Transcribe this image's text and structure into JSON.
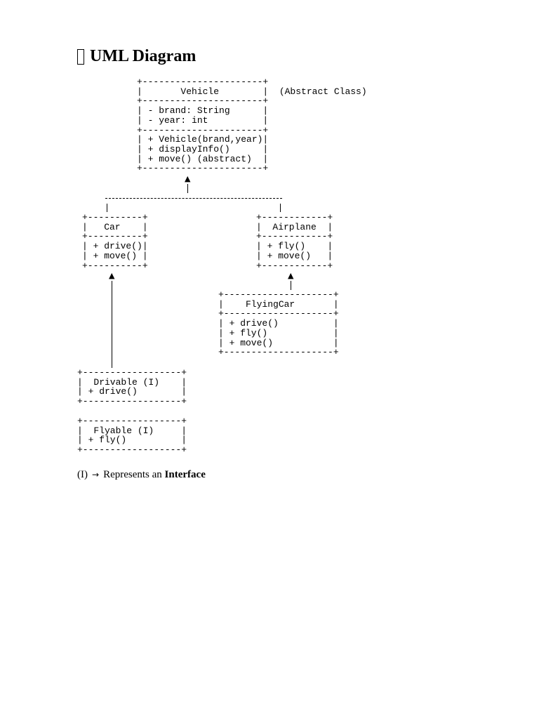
{
  "heading": {
    "icon": "missing-glyph-box",
    "title": "UML Diagram"
  },
  "classes": {
    "vehicle": {
      "art": "+----------------------+\n|       Vehicle        |  (Abstract Class)\n+----------------------+\n| - brand: String      |\n| - year: int          |\n+----------------------+\n| + Vehicle(brand,year)|\n| + displayInfo()      |\n| + move() (abstract)  |\n+----------------------+"
    },
    "car": {
      "art": "+----------+\n|   Car    |\n+----------+\n| + drive()|\n| + move() |\n+----------+"
    },
    "airplane": {
      "art": "+------------+\n|  Airplane  |\n+------------+\n| + fly()    |\n| + move()   |\n+------------+"
    },
    "flyingcar": {
      "art": "+--------------------+\n|    FlyingCar       |\n+--------------------+\n| + drive()          |\n| + fly()            |\n| + move()           |\n+--------------------+"
    },
    "drivable": {
      "art": "+------------------+\n|  Drivable (I)    |\n| + drive()        |\n+------------------+"
    },
    "flyable": {
      "art": "+------------------+\n|  Flyable (I)     |\n| + fly()          |\n+------------------+"
    }
  },
  "arrows": {
    "glyph": "▲"
  },
  "footnote": {
    "prefix": "(I)",
    "arrow": "→",
    "text": "Represents an",
    "emphasis": "Interface"
  }
}
